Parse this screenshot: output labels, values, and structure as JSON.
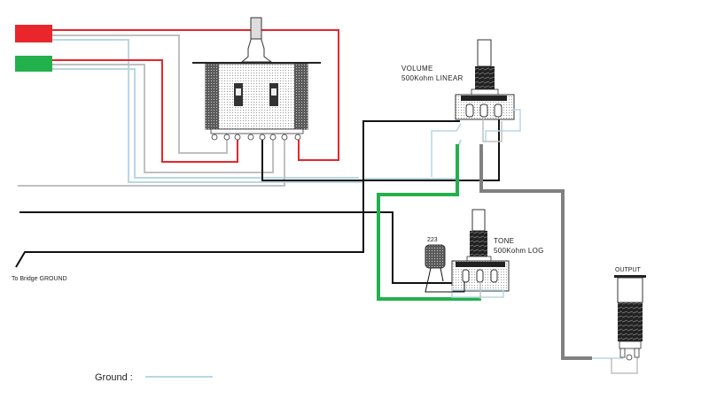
{
  "diagram": {
    "title": "",
    "colors": {
      "hot": "#e8262b",
      "signal_green": "#22b14c",
      "black": "#111111",
      "ground": "#b9d7e3",
      "gray_light": "#c0c0c0",
      "gray_dark": "#808080"
    },
    "pickups": [
      {
        "name": "pickup-red",
        "color": "#e8262b"
      },
      {
        "name": "pickup-green",
        "color": "#22b14c"
      }
    ],
    "components": {
      "volume": {
        "line1": "VOLUME",
        "line2": "500Kohm LINEAR"
      },
      "tone": {
        "line1": "TONE",
        "line2": "500Kohm LOG"
      },
      "capacitor": {
        "label": "223"
      },
      "output": {
        "label": "OUTPUT"
      },
      "bridge": {
        "label": "To Bridge GROUND"
      }
    },
    "legend": {
      "label": "Ground :",
      "color": "#b9d7e3"
    }
  }
}
